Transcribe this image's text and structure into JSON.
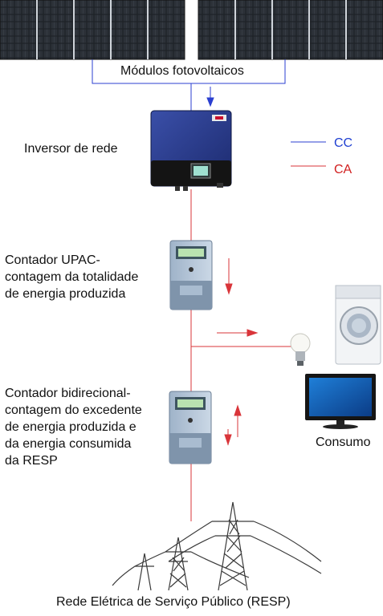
{
  "diagram": {
    "panels_label": "Módulos fotovoltaicos",
    "inverter_label": "Inversor de rede",
    "legend": {
      "dc": {
        "text": "CC",
        "color": "#1f3fd1"
      },
      "ac": {
        "text": "CA",
        "color": "#d11f1f"
      }
    },
    "meter_upac_label": "Contador UPAC-\ncontagem da totalidade\nde energia produzida",
    "meter_bidir_label": "Contador bidirecional-\ncontagem do excedente\nde energia produzida e\nda energia consumida\nda RESP",
    "consumption_label": "Consumo",
    "grid_label": "Rede Elétrica de Serviço Público (RESP)",
    "icons": [
      "solar-panel-icon",
      "inverter-icon",
      "electricity-meter-icon",
      "washing-machine-icon",
      "light-bulb-icon",
      "monitor-icon",
      "power-pylon-icon"
    ]
  }
}
